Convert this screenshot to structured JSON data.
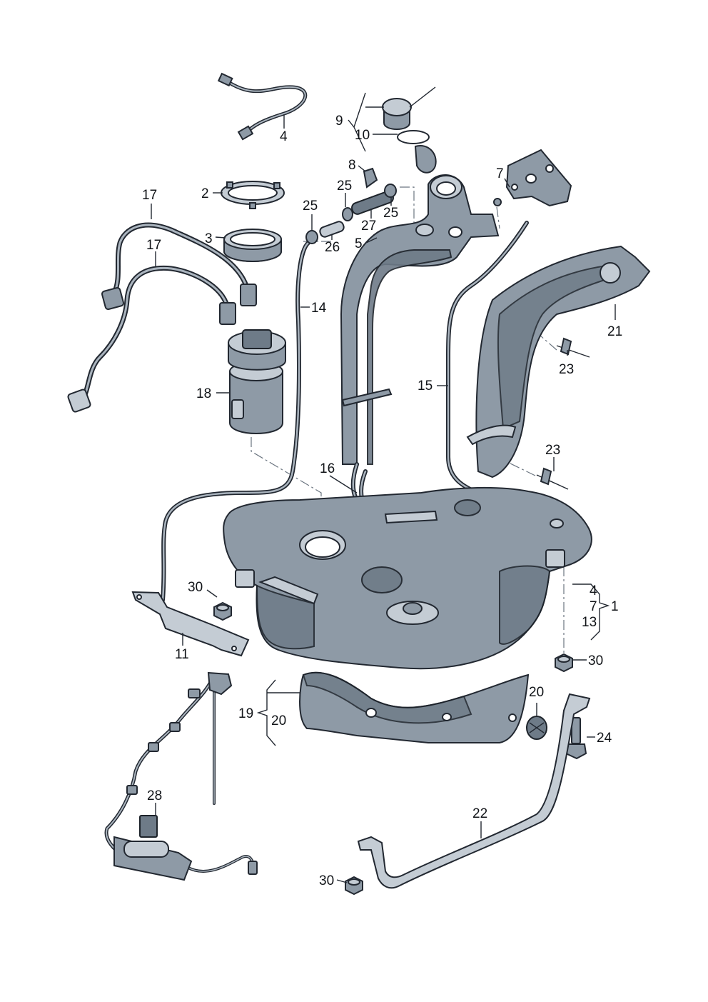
{
  "diagram": {
    "callouts": {
      "c1": "1",
      "c2": "2",
      "c3": "3",
      "c4_cable": "4",
      "c4_group": "4",
      "c5": "5",
      "c7_bracket": "7",
      "c7_group": "7",
      "c8": "8",
      "c9": "9",
      "c10": "10",
      "c11": "11",
      "c13": "13",
      "c14": "14",
      "c15": "15",
      "c16": "16",
      "c17_a": "17",
      "c17_b": "17",
      "c18": "18",
      "c19": "19",
      "c20_grommet": "20",
      "c20_group": "20",
      "c21": "21",
      "c22": "22",
      "c23_a": "23",
      "c23_b": "23",
      "c24": "24",
      "c25_a": "25",
      "c25_b": "25",
      "c25_c": "25",
      "c26": "26",
      "c27": "27",
      "c28": "28",
      "c30_a": "30",
      "c30_b": "30",
      "c30_c": "30"
    }
  }
}
